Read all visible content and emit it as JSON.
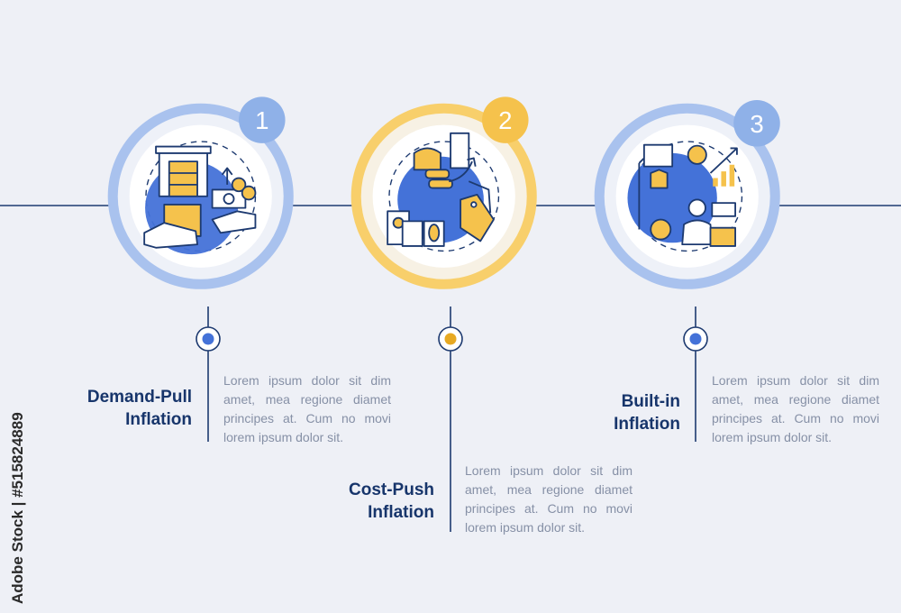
{
  "colors": {
    "background": "#eef0f6",
    "blue_ring": "#8fb1e8",
    "blue_fill": "#4472d8",
    "yellow_ring": "#f5c24c",
    "yellow_fill": "#e7a923",
    "navy": "#17356b",
    "text_gray": "#8690a6"
  },
  "steps": [
    {
      "number": "1",
      "title_line1": "Demand-Pull",
      "title_line2": "Inflation",
      "description": "Lorem ipsum dolor sit dim amet, mea regione diamet principes at. Cum no movi lorem ipsum dolor sit.",
      "icon": "warehouse-demand-icon"
    },
    {
      "number": "2",
      "title_line1": "Cost-Push",
      "title_line2": "Inflation",
      "description": "Lorem ipsum dolor sit dim amet, mea regione diamet principes at. Cum no movi lorem ipsum dolor sit.",
      "icon": "goods-price-tag-icon"
    },
    {
      "number": "3",
      "title_line1": "Built-in",
      "title_line2": "Inflation",
      "description": "Lorem ipsum dolor sit dim amet, mea regione diamet principes at. Cum no movi lorem ipsum dolor sit.",
      "icon": "worker-wage-growth-icon"
    }
  ],
  "watermark_text": "Adobe Stock | #515824889"
}
